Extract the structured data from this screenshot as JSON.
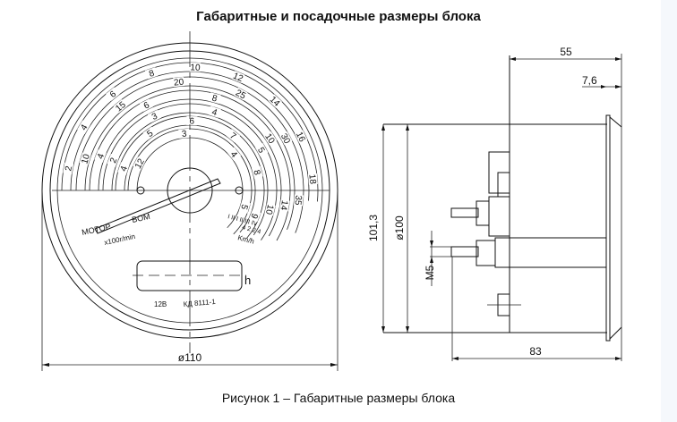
{
  "title": "Габаритные и посадочные размеры блока",
  "caption": "Рисунок 1 – Габаритные размеры блока",
  "front_view": {
    "scales": [
      [
        "2",
        "4",
        "6",
        "8",
        "10",
        "12",
        "14",
        "16",
        "18"
      ],
      [
        "10",
        "15",
        "20",
        "25",
        "30",
        "35"
      ],
      [
        "4",
        "6",
        "8",
        "10",
        "14"
      ],
      [
        "2",
        "3",
        "4",
        "5",
        "10"
      ],
      [
        "4",
        "5",
        "6",
        "7",
        "8",
        "9"
      ],
      [
        "12",
        "3",
        "4",
        "5"
      ]
    ],
    "label_motor": "MOTOP",
    "label_vom": "BOM",
    "label_rpm": "x100r/min",
    "gears_top": "I  II   I  II  III IV",
    "gears_bottom": "4  2  2  4",
    "label_speed": "Km/h",
    "odometer_unit": "h",
    "voltage": "12В",
    "model": "КД 8111-1",
    "dim_diameter": "ø110"
  },
  "side_view": {
    "dim_depth": "55",
    "dim_flange": "7,6",
    "dim_height": "101,3",
    "dim_body_diameter": "ø100",
    "dim_thread": "M5",
    "dim_total": "83"
  }
}
